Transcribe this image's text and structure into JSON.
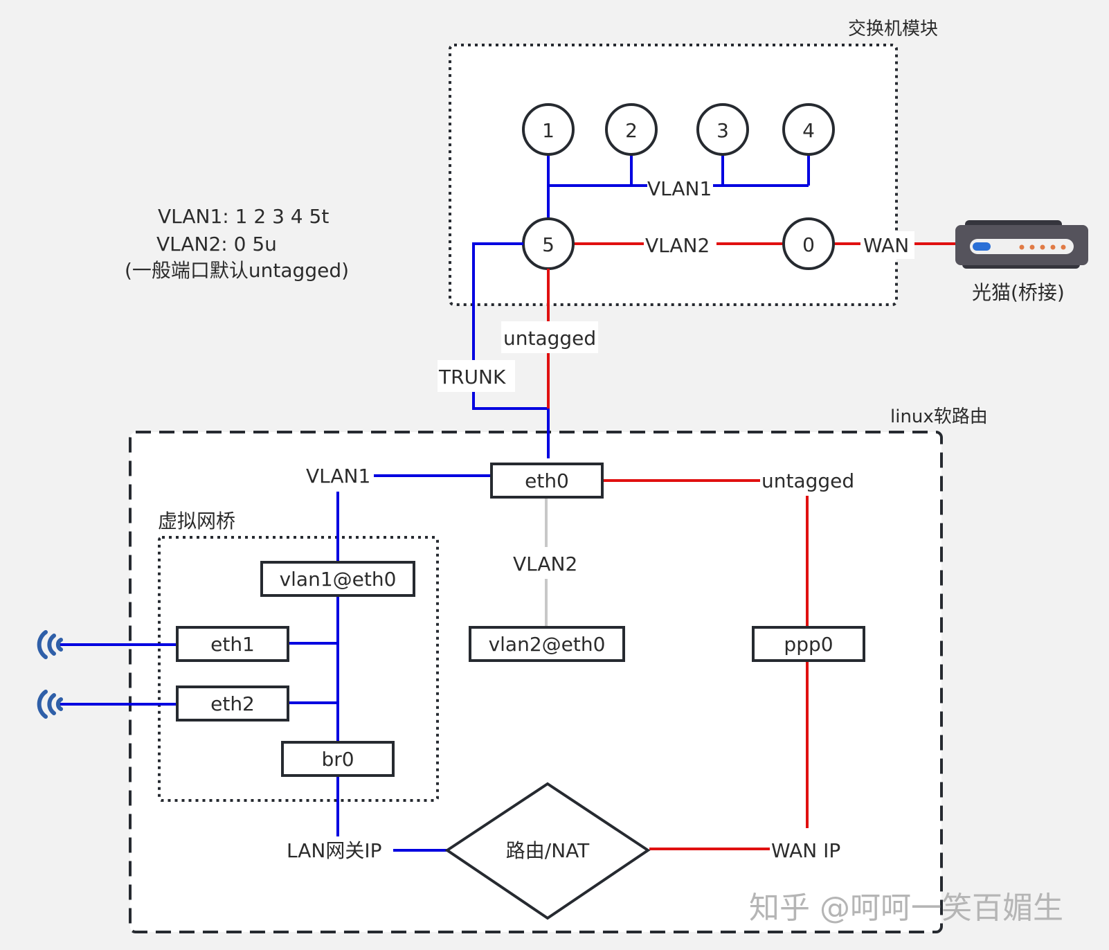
{
  "colors": {
    "vlan1_blue": "#0000e0",
    "vlan2_red": "#e01010",
    "vlan2_gray": "#c8c8c8",
    "node_stroke": "#262a30",
    "modem_body": "#55535c",
    "modem_led_blue": "#2a6fd6",
    "modem_led_orange": "#e07a45",
    "wifi_blue": "#2f5fa8",
    "watermark": "#b5b5b5"
  },
  "switch_module": {
    "title": "交换机模块",
    "ports": [
      {
        "id": "port-1",
        "label": "1"
      },
      {
        "id": "port-2",
        "label": "2"
      },
      {
        "id": "port-3",
        "label": "3"
      },
      {
        "id": "port-4",
        "label": "4"
      },
      {
        "id": "port-5",
        "label": "5"
      },
      {
        "id": "port-0",
        "label": "0"
      }
    ],
    "vlan1_label": "VLAN1",
    "vlan2_label": "VLAN2",
    "wan_label": "WAN"
  },
  "modem": {
    "label": "光猫(桥接)",
    "icon": "modem-icon"
  },
  "vlan_notes": {
    "line1": "VLAN1: 1 2 3 4 5t",
    "line2": "VLAN2: 0 5u",
    "line3": "(一般端口默认untagged)"
  },
  "uplink": {
    "trunk_label": "TRUNK",
    "untagged_label": "untagged"
  },
  "linux_router": {
    "title": "linux软路由",
    "vlan1_label": "VLAN1",
    "untagged_label": "untagged",
    "vlan2_label": "VLAN2",
    "bridge_title": "虚拟网桥",
    "nodes": {
      "eth0": "eth0",
      "vlan1_eth0": "vlan1@eth0",
      "vlan2_eth0": "vlan2@eth0",
      "eth1": "eth1",
      "eth2": "eth2",
      "br0": "br0",
      "ppp0": "ppp0"
    },
    "lan_ip_label": "LAN网关IP",
    "wan_ip_label": "WAN IP",
    "router_label": "路由/NAT",
    "wireless": [
      {
        "icon": "wifi-icon",
        "link": "eth1"
      },
      {
        "icon": "wifi-icon",
        "link": "eth2"
      }
    ]
  },
  "watermark": "知乎 @呵呵一笑百媚生"
}
